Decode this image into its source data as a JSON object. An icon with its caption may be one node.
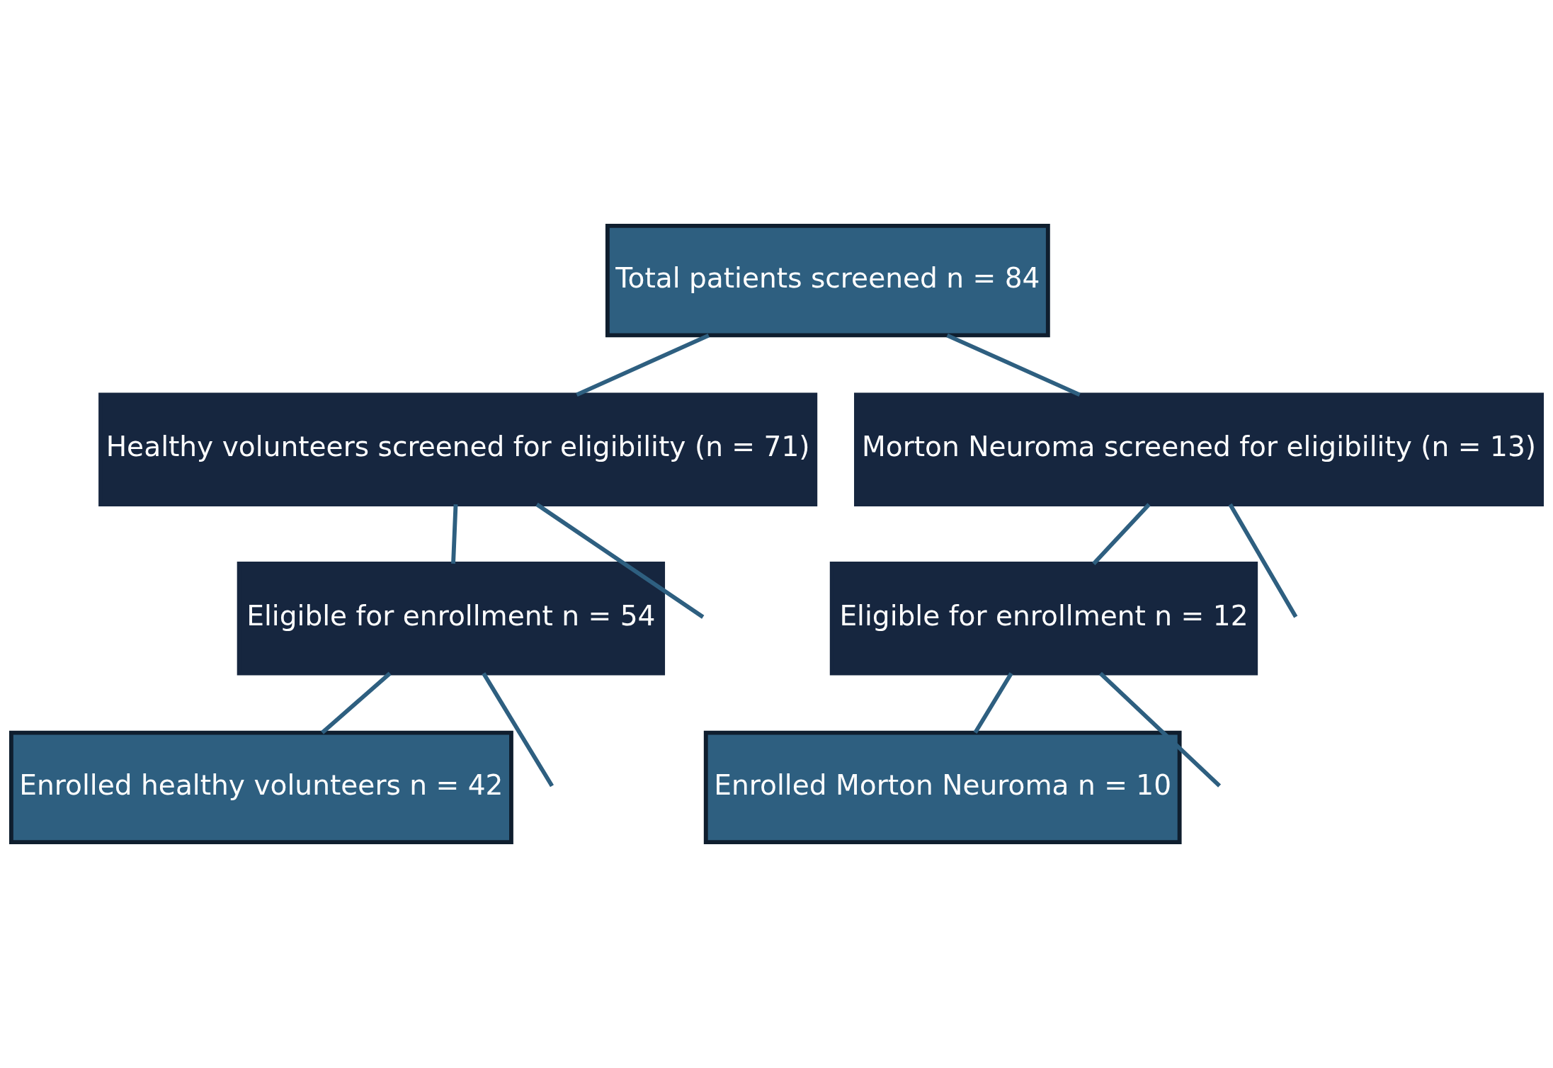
{
  "diagram": {
    "nodes": [
      {
        "text": [
          "Total patients screened n = 84"
        ]
      },
      {
        "text": [
          "Healthy volunteers screened for eligibility (n = 71)"
        ]
      },
      {
        "text": [
          "Morton Neuroma screened for eligibility (n = 13)"
        ]
      },
      {
        "text": [
          "Eligible for enrollment n = 54"
        ]
      },
      {
        "text": [
          "Eligible for enrollment n = 12"
        ]
      },
      {
        "text": [
          "Enrolled healthy volunteers n = 42"
        ]
      },
      {
        "text": [
          "Enrolled Morton Neuroma n = 10"
        ]
      }
    ],
    "edges": [
      {
        "from": 0,
        "to": 1,
        "arrow": "none"
      },
      {
        "from": 0,
        "to": 2,
        "arrow": "none"
      },
      {
        "from": 1,
        "to": 3,
        "arrow": "none"
      },
      {
        "from": 2,
        "to": 4,
        "arrow": "none"
      },
      {
        "from": 1,
        "to": null,
        "arrow": "none"
      },
      {
        "from": 2,
        "to": null,
        "arrow": "none"
      },
      {
        "from": 3,
        "to": 5,
        "arrow": "none"
      },
      {
        "from": 4,
        "to": 6,
        "arrow": "none"
      },
      {
        "from": 3,
        "to": null,
        "arrow": "none"
      },
      {
        "from": 4,
        "to": null,
        "arrow": "none"
      }
    ]
  }
}
